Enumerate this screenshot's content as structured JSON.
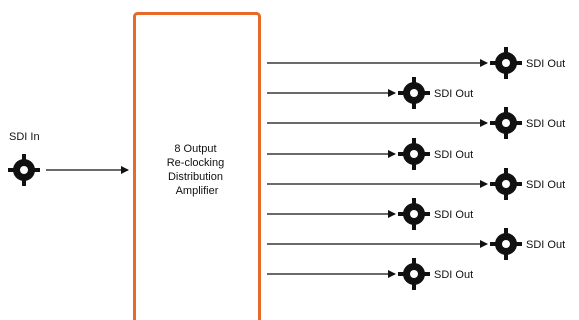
{
  "input": {
    "label": "SDI In",
    "icon": "bnc-connector-icon"
  },
  "amplifier": {
    "lines": [
      "8 Output",
      "Re-clocking",
      "Distribution",
      "Amplifier"
    ],
    "border_color": "#e8692a"
  },
  "outputs": [
    {
      "label": "SDI Out",
      "icon": "bnc-connector-icon"
    },
    {
      "label": "SDI Out",
      "icon": "bnc-connector-icon"
    },
    {
      "label": "SDI Out",
      "icon": "bnc-connector-icon"
    },
    {
      "label": "SDI Out",
      "icon": "bnc-connector-icon"
    },
    {
      "label": "SDI Out",
      "icon": "bnc-connector-icon"
    },
    {
      "label": "SDI Out",
      "icon": "bnc-connector-icon"
    },
    {
      "label": "SDI Out",
      "icon": "bnc-connector-icon"
    },
    {
      "label": "SDI Out",
      "icon": "bnc-connector-icon"
    }
  ],
  "colors": {
    "line": "#111111",
    "connector": "#111111",
    "accent": "#e8692a"
  }
}
